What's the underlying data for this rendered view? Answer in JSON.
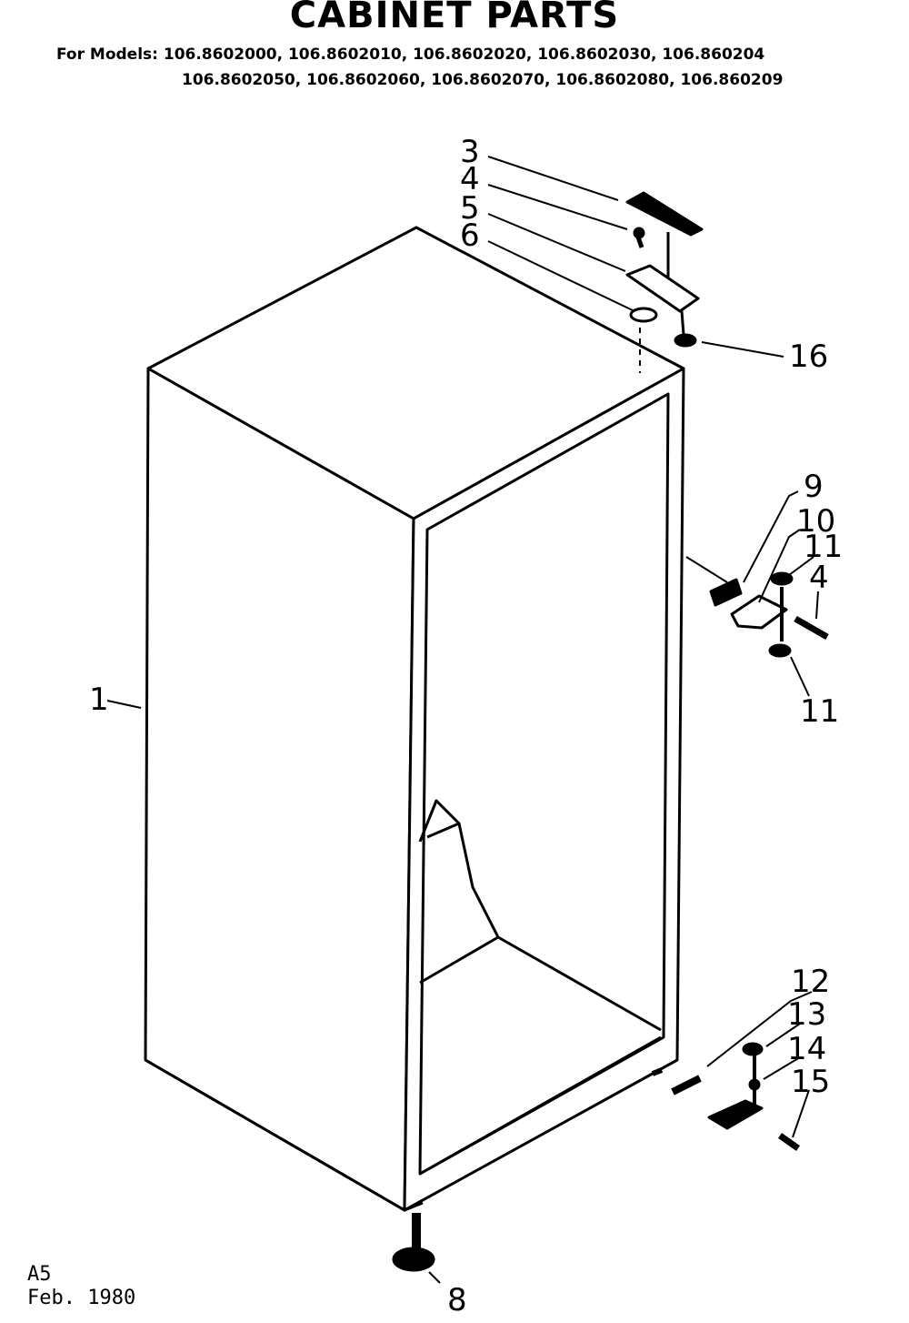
{
  "title": "CABINET PARTS",
  "models": {
    "line1": "For Models: 106.8602000, 106.8602010, 106.8602020, 106.8602030, 106.860204",
    "line2": "106.8602050, 106.8602060, 106.8602070, 106.8602080, 106.860209"
  },
  "callouts": {
    "c1": "1",
    "c3": "3",
    "c4a": "4",
    "c5": "5",
    "c6": "6",
    "c16": "16",
    "c9": "9",
    "c10": "10",
    "c11a": "11",
    "c4b": "4",
    "c11b": "11",
    "c12": "12",
    "c13": "13",
    "c14": "14",
    "c15": "15",
    "c8": "8"
  },
  "footer": {
    "code": "A5",
    "date": "Feb. 1980"
  }
}
